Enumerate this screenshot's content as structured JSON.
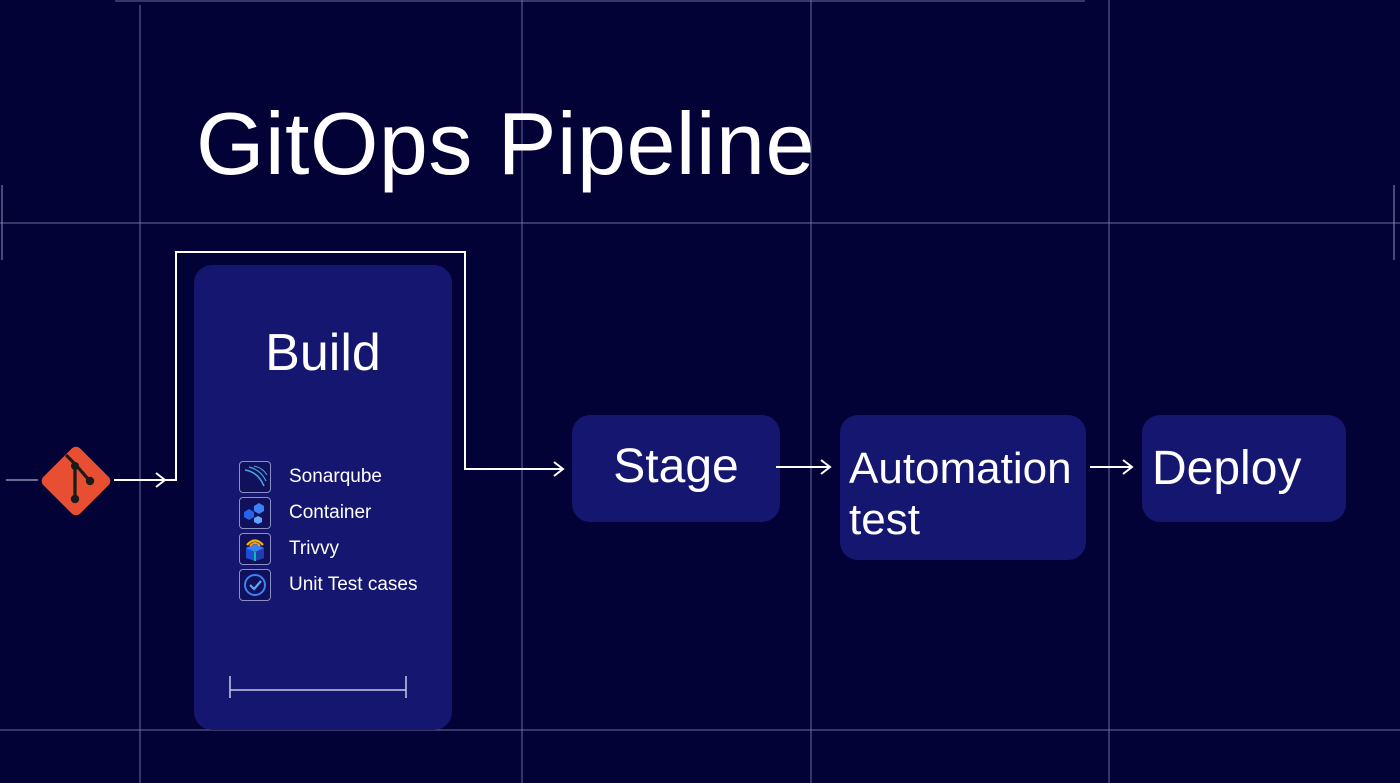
{
  "title": "GitOps Pipeline",
  "stages": {
    "build": {
      "label": "Build",
      "tools": [
        {
          "label": "Sonarqube",
          "icon": "sonarqube-icon"
        },
        {
          "label": "Container",
          "icon": "container-icon"
        },
        {
          "label": "Trivvy",
          "icon": "trivy-icon"
        },
        {
          "label": "Unit Test cases",
          "icon": "unit-test-icon"
        }
      ]
    },
    "stage": {
      "label": "Stage"
    },
    "automation": {
      "label": "Automation test"
    },
    "deploy": {
      "label": "Deploy"
    }
  },
  "source": {
    "icon": "git-icon"
  },
  "colors": {
    "background": "#020236",
    "box": "#15166f",
    "git": "#e84e31",
    "lines": "#ffffff"
  }
}
